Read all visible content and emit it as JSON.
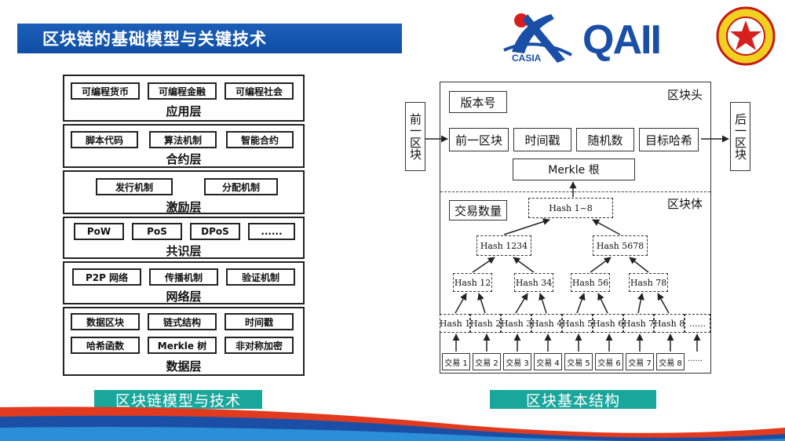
{
  "title": "区块链的基础模型与关键技术",
  "logos": {
    "casia_text": "CASIA",
    "oai_text": "QAII"
  },
  "stack": {
    "layers": [
      {
        "label": "应用层",
        "cells": [
          "可编程货币",
          "可编程金融",
          "可编程社会"
        ]
      },
      {
        "label": "合约层",
        "cells": [
          "脚本代码",
          "算法机制",
          "智能合约"
        ]
      },
      {
        "label": "激励层",
        "cells": [
          "发行机制",
          "分配机制"
        ]
      },
      {
        "label": "共识层",
        "cells": [
          "PoW",
          "PoS",
          "DPoS",
          "......"
        ]
      },
      {
        "label": "网络层",
        "cells": [
          "P2P 网络",
          "传播机制",
          "验证机制"
        ]
      },
      {
        "label": "数据层",
        "cells": [
          "数据区块",
          "链式结构",
          "时间戳",
          "哈希函数",
          "Merkle 树",
          "非对称加密"
        ]
      }
    ],
    "caption": "区块链模型与技术"
  },
  "block": {
    "prev_block": "前一区块",
    "next_block": "后一区块",
    "header_title": "区块头",
    "body_title": "区块体",
    "version": "版本号",
    "header_fields": [
      "前一区块",
      "时间戳",
      "随机数",
      "目标哈希"
    ],
    "merkle_root": "Merkle 根",
    "tx_count": "交易数量",
    "hash_root": "Hash 1~8",
    "hash_l2": [
      "Hash 1234",
      "Hash 5678"
    ],
    "hash_l3": [
      "Hash 12",
      "Hash 34",
      "Hash 56",
      "Hash 78"
    ],
    "hash_leaves": [
      "Hash 1",
      "Hash 2",
      "Hash 3",
      "Hash 4",
      "Hash 5",
      "Hash 6",
      "Hash 7",
      "Hash 8"
    ],
    "leaf_more": "......",
    "transactions": [
      "交易 1",
      "交易 2",
      "交易 3",
      "交易 4",
      "交易 5",
      "交易 6",
      "交易 7",
      "交易 8"
    ],
    "tx_more": "......",
    "caption": "区块基本结构"
  },
  "colors": {
    "title_bg": "#1359b0",
    "caption_bg": "#1aa79b",
    "logo_blue": "#1a4fa8",
    "logo_red": "#d62020"
  }
}
